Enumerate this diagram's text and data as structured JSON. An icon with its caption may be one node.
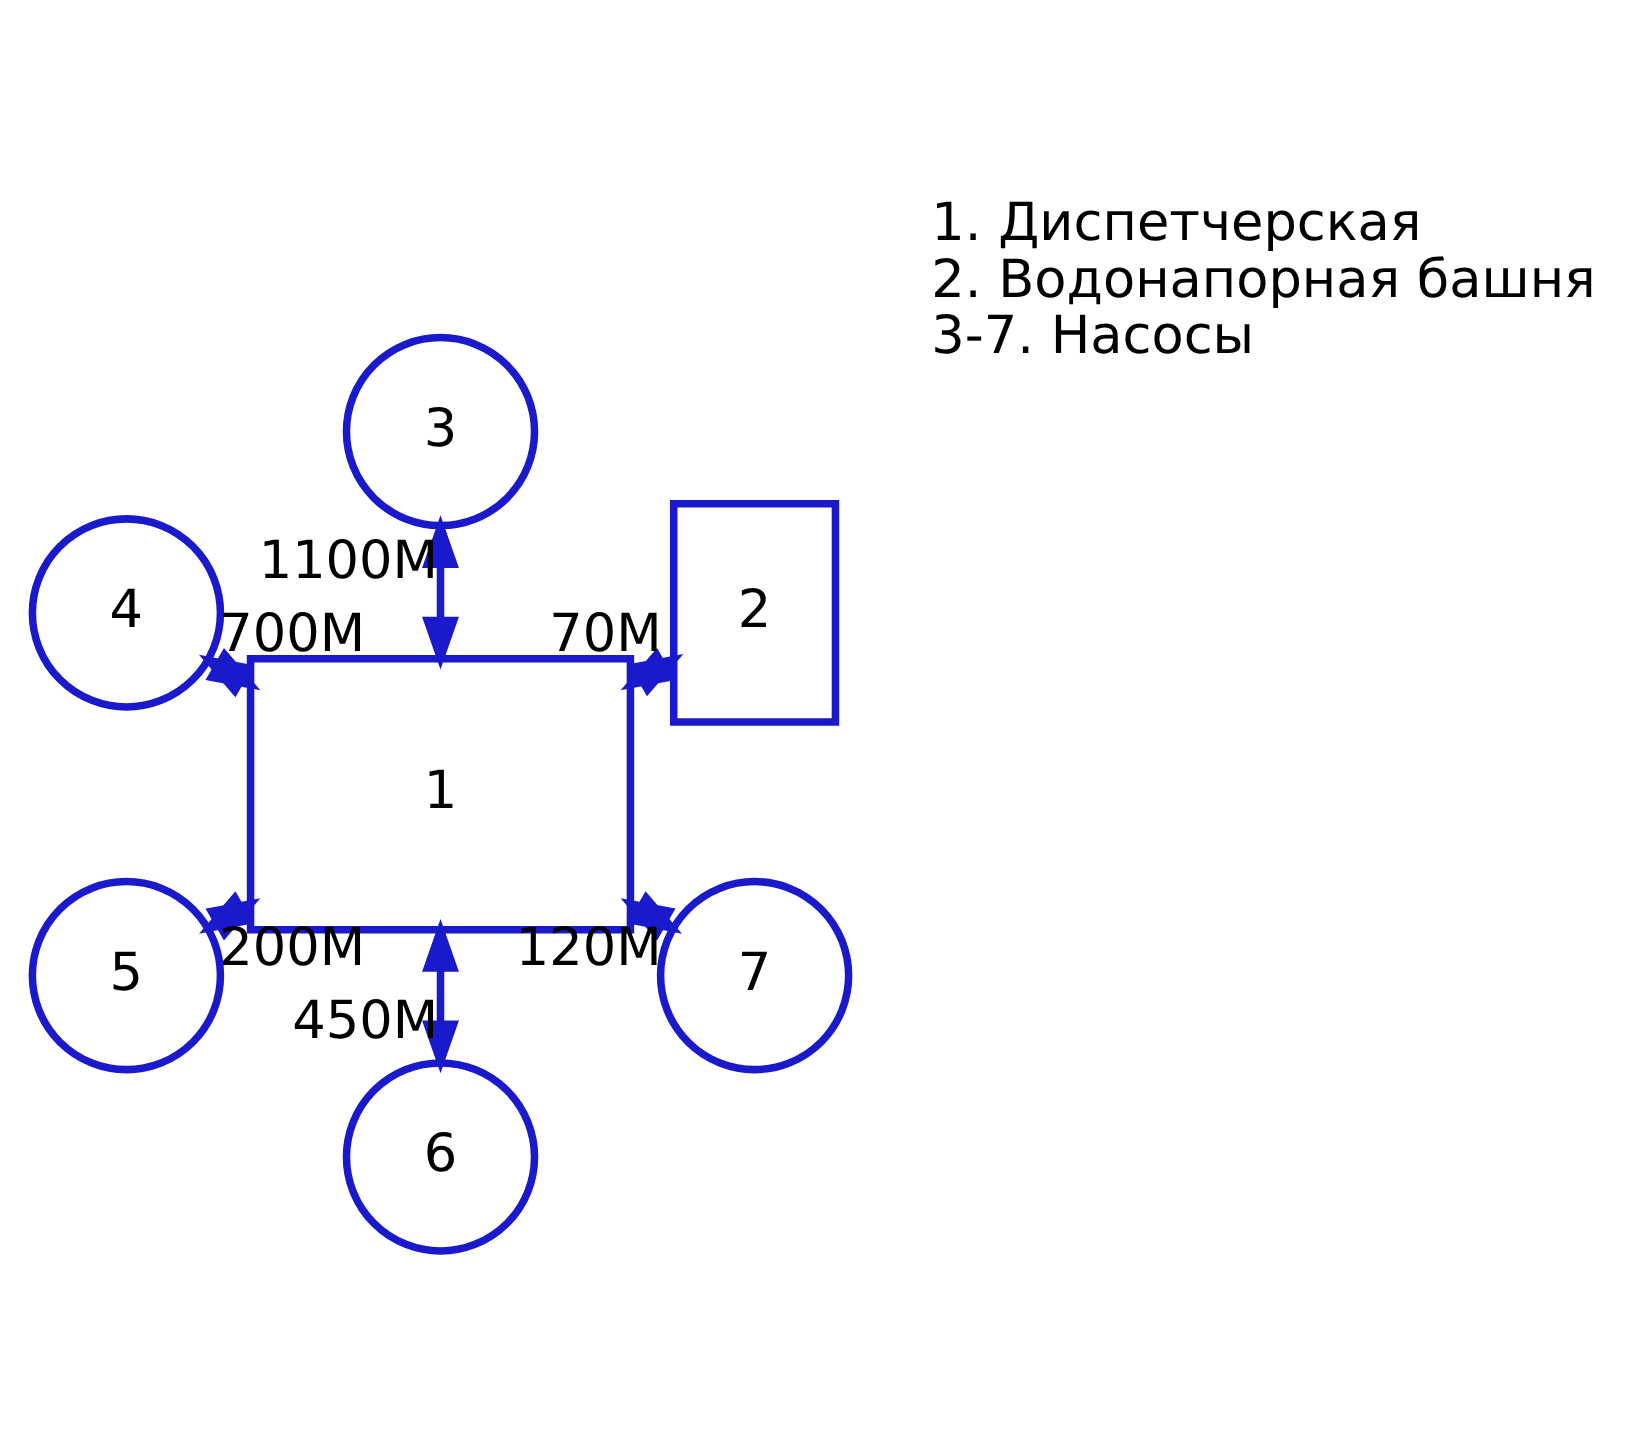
{
  "diagram": {
    "nodes": [
      {
        "text": [
          "1"
        ]
      },
      {
        "text": [
          "2"
        ]
      },
      {
        "text": [
          "3"
        ]
      },
      {
        "text": [
          "4"
        ]
      },
      {
        "text": [
          "5"
        ]
      },
      {
        "text": [
          "6"
        ]
      },
      {
        "text": [
          "7"
        ]
      }
    ],
    "edges": [
      {
        "from": 0,
        "to": 5,
        "arrow": "both",
        "label": "450M"
      },
      {
        "from": 0,
        "to": 6,
        "arrow": "both",
        "label": "120M"
      },
      {
        "from": 0,
        "to": 4,
        "arrow": "both",
        "label": "200M"
      },
      {
        "from": 0,
        "to": 1,
        "arrow": "both",
        "label": "70M"
      },
      {
        "from": 0,
        "to": 3,
        "arrow": "both",
        "label": "700M"
      },
      {
        "from": 0,
        "to": 2,
        "arrow": "both",
        "label": "1100M"
      }
    ],
    "labels": [
      "1. Диспетчерская",
      "2. Водонапорная башня",
      "3-7. Насосы"
    ]
  }
}
